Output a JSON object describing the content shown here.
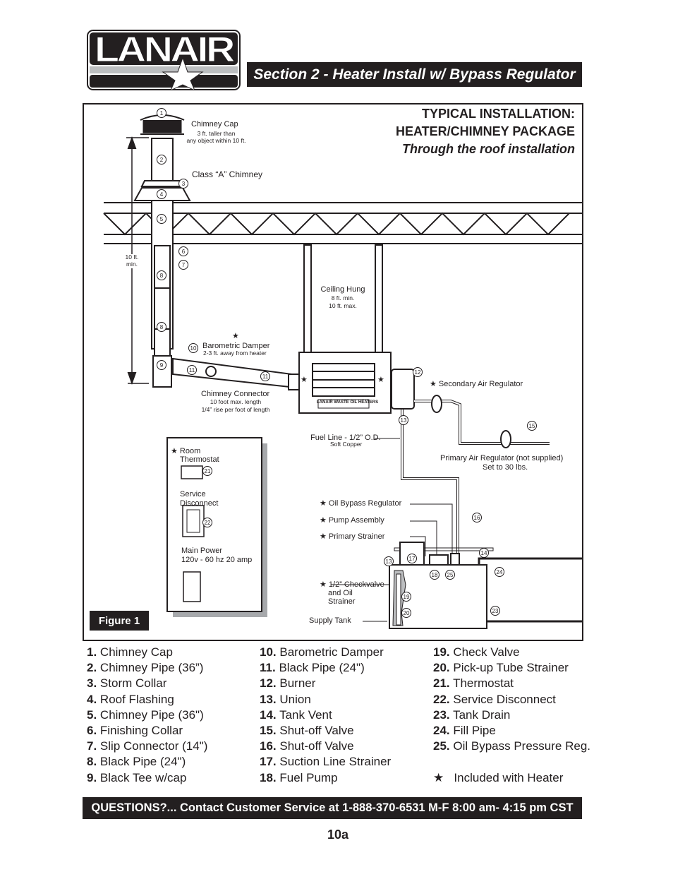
{
  "header": {
    "logo_text": "LANAIR",
    "section_title": "Section 2 - Heater Install w/ Bypass Regulator"
  },
  "figure": {
    "title_line1": "TYPICAL INSTALLATION:",
    "title_line2": "HEATER/CHIMNEY PACKAGE",
    "title_line3": "Through the roof installation",
    "figure_label": "Figure 1",
    "labels": {
      "chimney_cap": "Chimney Cap",
      "chimney_cap_note1": "3 ft. taller than",
      "chimney_cap_note2": "any object within 10 ft.",
      "class_a": "Class “A” Chimney",
      "ten_ft_1": "10 ft.",
      "ten_ft_2": "min.",
      "ceiling_hung": "Ceiling Hung",
      "ceiling_min": "8 ft. min.",
      "ceiling_max": "10 ft. max.",
      "star": "★",
      "baro": "Barometric Damper",
      "baro_note": "2-3 ft. away from heater",
      "connector": "Chimney Connector",
      "connector_note1": "10 foot max. length",
      "connector_note2": "1/4” rise per foot of length",
      "secondary_air": "★ Secondary Air Regulator",
      "fuel_line": "Fuel Line - 1/2” O.D.",
      "fuel_line_note": "Soft Copper",
      "primary_air": "Primary Air Regulator (not supplied)",
      "primary_air_note": "Set to 30 lbs.",
      "oil_bypass": "★ Oil Bypass Regulator",
      "pump": "★ Pump Assembly",
      "strainer": "★ Primary Strainer",
      "checkvalve1": "★ 1/2” Checkvalve",
      "checkvalve2": "and Oil",
      "checkvalve3": "Strainer",
      "supply_tank": "Supply Tank",
      "room_thermostat1": "★ Room",
      "room_thermostat2": "Thermostat",
      "service1": "Service",
      "service2": "Disconnect",
      "main_power1": "Main Power",
      "main_power2": "120v - 60 hz  20 amp",
      "heater_badge": "LANAIR WASTE OIL HEATERS"
    },
    "callouts": [
      "1",
      "2",
      "3",
      "4",
      "5",
      "6",
      "7",
      "8",
      "8",
      "9",
      "10",
      "11",
      "11",
      "12",
      "13",
      "15",
      "16",
      "14",
      "24",
      "13",
      "17",
      "18",
      "25",
      "19",
      "20",
      "23",
      "21",
      "22"
    ]
  },
  "parts": [
    {
      "num": "1.",
      "name": "Chimney Cap"
    },
    {
      "num": "2.",
      "name": "Chimney Pipe (36”)"
    },
    {
      "num": "3.",
      "name": "Storm Collar"
    },
    {
      "num": "4.",
      "name": "Roof Flashing"
    },
    {
      "num": "5.",
      "name": "Chimney Pipe (36\")"
    },
    {
      "num": "6.",
      "name": "Finishing Collar"
    },
    {
      "num": "7.",
      "name": "Slip Connector (14\")"
    },
    {
      "num": "8.",
      "name": "Black Pipe (24\")"
    },
    {
      "num": "9.",
      "name": "Black Tee w/cap"
    },
    {
      "num": "10.",
      "name": "Barometric Damper"
    },
    {
      "num": "11.",
      "name": "Black Pipe (24\")"
    },
    {
      "num": "12.",
      "name": "Burner"
    },
    {
      "num": "13.",
      "name": "Union"
    },
    {
      "num": "14.",
      "name": "Tank Vent"
    },
    {
      "num": "15.",
      "name": "Shut-off Valve"
    },
    {
      "num": "16.",
      "name": "Shut-off Valve"
    },
    {
      "num": "17.",
      "name": "Suction Line Strainer"
    },
    {
      "num": "18.",
      "name": "Fuel Pump"
    },
    {
      "num": "19.",
      "name": "Check Valve"
    },
    {
      "num": "20.",
      "name": "Pick-up Tube Strainer"
    },
    {
      "num": "21.",
      "name": "Thermostat"
    },
    {
      "num": "22.",
      "name": "Service Disconnect"
    },
    {
      "num": "23.",
      "name": "Tank Drain"
    },
    {
      "num": "24.",
      "name": "Fill Pipe"
    },
    {
      "num": "25.",
      "name": "Oil Bypass Pressure Reg."
    }
  ],
  "legend": {
    "star": "★",
    "text": "Included with Heater"
  },
  "footer": {
    "questions": "QUESTIONS?... Contact Customer Service at 1-888-370-6531 M-F 8:00 am- 4:15 pm CST",
    "page": "10a"
  },
  "colors": {
    "ink": "#231f20",
    "logo_stripe": "#bcbec0",
    "shadow": "#a7a9ac"
  }
}
